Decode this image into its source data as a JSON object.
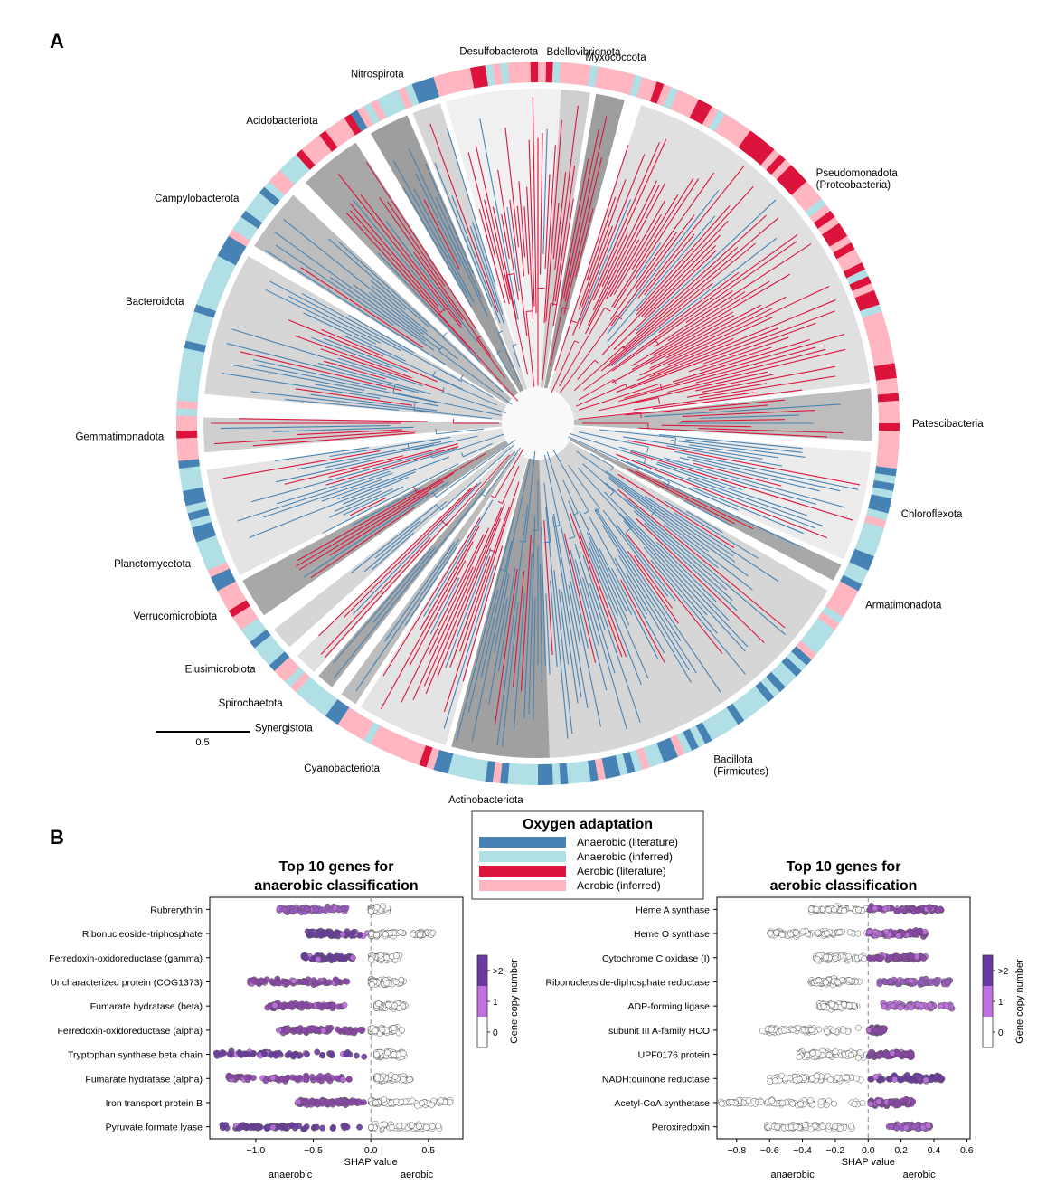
{
  "panel_a": {
    "letter": "A",
    "scale_bar_label": "0.5",
    "phyla": [
      {
        "name": "Desulfobacterota",
        "angle": 354
      },
      {
        "name": "Bdellovibrionota",
        "angle": 7
      },
      {
        "name": "Myxococcota",
        "angle": 12
      },
      {
        "name": "Nitrospirota",
        "angle": 339
      },
      {
        "name": "Acidobacteriota",
        "angle": 324
      },
      {
        "name": "Campylobacterota",
        "angle": 307
      },
      {
        "name": "Pseudomonadota|(Proteobacteria)",
        "angle": 48
      },
      {
        "name": "Bacteroidota",
        "angle": 289
      },
      {
        "name": "Gemmatimonadota",
        "angle": 268
      },
      {
        "name": "Patescibacteria",
        "angle": 90
      },
      {
        "name": "Chloroflexota",
        "angle": 104
      },
      {
        "name": "Planctomycetota",
        "angle": 248
      },
      {
        "name": "Verrucomicrobiota",
        "angle": 239
      },
      {
        "name": "Armatimonadota",
        "angle": 119
      },
      {
        "name": "Elusimicrobiota",
        "angle": 229
      },
      {
        "name": "Spirochaetota",
        "angle": 223
      },
      {
        "name": "Synergistota",
        "angle": 217
      },
      {
        "name": "Cyanobacteriota",
        "angle": 205
      },
      {
        "name": "Actinobacteriota",
        "angle": 188
      },
      {
        "name": "Bacillota|(Firmicutes)",
        "angle": 152
      }
    ],
    "clades": [
      {
        "start": 344,
        "end": 366,
        "tone": "#f0f0f0",
        "color": "#dc143c"
      },
      {
        "start": 4,
        "end": 9,
        "tone": "#cfcfcf",
        "color": "#dc143c"
      },
      {
        "start": 10,
        "end": 15,
        "tone": "#9e9e9e",
        "color": "#dc143c"
      },
      {
        "start": 18,
        "end": 83,
        "tone": "#e0e0e0",
        "color": "#dc143c"
      },
      {
        "start": 84,
        "end": 93,
        "tone": "#bdbdbd",
        "color": "#dc143c"
      },
      {
        "start": 95,
        "end": 114,
        "tone": "#ececec",
        "color": "#4682b4"
      },
      {
        "start": 115,
        "end": 118,
        "tone": "#a8a8a8",
        "color": "#4682b4"
      },
      {
        "start": 120,
        "end": 178,
        "tone": "#d6d6d6",
        "color": "#4682b4"
      },
      {
        "start": 178,
        "end": 195,
        "tone": "#a0a0a0",
        "color": "#4682b4"
      },
      {
        "start": 196,
        "end": 212,
        "tone": "#e4e4e4",
        "color": "#dc143c"
      },
      {
        "start": 213,
        "end": 216,
        "tone": "#bdbdbd",
        "color": "#4682b4"
      },
      {
        "start": 218,
        "end": 221,
        "tone": "#a8a8a8",
        "color": "#4682b4"
      },
      {
        "start": 222,
        "end": 226,
        "tone": "#e0e0e0",
        "color": "#dc143c"
      },
      {
        "start": 228,
        "end": 232,
        "tone": "#d6d6d6",
        "color": "#4682b4"
      },
      {
        "start": 235,
        "end": 242,
        "tone": "#a8a8a8",
        "color": "#dc143c"
      },
      {
        "start": 243,
        "end": 262,
        "tone": "#e4e4e4",
        "color": "#4682b4"
      },
      {
        "start": 265,
        "end": 271,
        "tone": "#cfcfcf",
        "color": "#dc143c"
      },
      {
        "start": 275,
        "end": 300,
        "tone": "#d6d6d6",
        "color": "#4682b4"
      },
      {
        "start": 302,
        "end": 313,
        "tone": "#bdbdbd",
        "color": "#4682b4"
      },
      {
        "start": 316,
        "end": 327,
        "tone": "#a8a8a8",
        "color": "#dc143c"
      },
      {
        "start": 330,
        "end": 337,
        "tone": "#9e9e9e",
        "color": "#4682b4"
      },
      {
        "start": 338,
        "end": 343,
        "tone": "#d6d6d6",
        "color": "#4682b4"
      }
    ]
  },
  "legend": {
    "title": "Oxygen adaptation",
    "items": [
      {
        "label": "Anaerobic (literature)",
        "color": "#4682b4"
      },
      {
        "label": "Anaerobic (inferred)",
        "color": "#b0e0e6"
      },
      {
        "label": "Aerobic (literature)",
        "color": "#dc143c"
      },
      {
        "label": "Aerobic (inferred)",
        "color": "#ffb6c1"
      }
    ]
  },
  "panel_b": {
    "letter": "B",
    "colorbar": {
      "label": "Gene copy number",
      "ticks": [
        "0",
        "1",
        ">2"
      ],
      "colors": [
        "#ffffff",
        "#c070e0",
        "#6a3aa2"
      ]
    }
  },
  "chart_data": [
    {
      "type": "scatter",
      "title": "Top 10 genes for|anaerobic classification",
      "xlabel": "SHAP value",
      "x_direction_labels": [
        "anaerobic",
        "aerobic"
      ],
      "xlim": [
        -1.4,
        0.8
      ],
      "xticks": [
        -1.0,
        -0.5,
        0.0,
        0.5
      ],
      "xtick_labels": [
        "−1.0",
        "−0.5",
        "0.0",
        "0.5"
      ],
      "reference_line": 0,
      "genes": [
        {
          "label": "Rubrerythrin",
          "neg": [
            -0.8,
            -0.2
          ],
          "pos": [
            0.0,
            0.15
          ],
          "negColor": "#9b59c4"
        },
        {
          "label": "Ribonucleoside-triphosphate",
          "neg": [
            -0.55,
            -0.02
          ],
          "pos": [
            0.0,
            0.57
          ],
          "negColor": "#6a3aa2"
        },
        {
          "label": "Ferredoxin-oxidoreductase (gamma)",
          "neg": [
            -0.6,
            -0.15
          ],
          "pos": [
            0.0,
            0.25
          ],
          "negColor": "#6a3aa2"
        },
        {
          "label": "Uncharacterized protein (COG1373)",
          "neg": [
            -1.05,
            -0.2
          ],
          "pos": [
            0.0,
            0.3
          ],
          "negColor": "#8e44ad"
        },
        {
          "label": "Fumarate hydratase (beta)",
          "neg": [
            -0.9,
            -0.2
          ],
          "pos": [
            0.05,
            0.3
          ],
          "negColor": "#8e44ad"
        },
        {
          "label": "Ferredoxin-oxidoreductase (alpha)",
          "neg": [
            -0.8,
            -0.05
          ],
          "pos": [
            0.0,
            0.3
          ],
          "negColor": "#8e44ad"
        },
        {
          "label": "Tryptophan synthase beta chain",
          "neg": [
            -1.35,
            -0.05
          ],
          "pos": [
            0.05,
            0.3
          ],
          "negColor": "#6a3aa2"
        },
        {
          "label": "Fumarate hydratase (alpha)",
          "neg": [
            -1.25,
            -0.15
          ],
          "pos": [
            0.05,
            0.35
          ],
          "negColor": "#8e44ad"
        },
        {
          "label": "Iron transport protein B",
          "neg": [
            -0.65,
            -0.05
          ],
          "pos": [
            0.0,
            0.72
          ],
          "negColor": "#8e44ad"
        },
        {
          "label": "Pyruvate formate lyase",
          "neg": [
            -1.3,
            -0.05
          ],
          "pos": [
            0.0,
            0.62
          ],
          "negColor": "#6a3aa2"
        }
      ]
    },
    {
      "type": "scatter",
      "title": "Top 10 genes for|aerobic classification",
      "xlabel": "SHAP value",
      "x_direction_labels": [
        "anaerobic",
        "aerobic"
      ],
      "xlim": [
        -0.92,
        0.62
      ],
      "xticks": [
        -0.8,
        -0.6,
        -0.4,
        -0.2,
        0.0,
        0.2,
        0.4,
        0.6
      ],
      "xtick_labels": [
        "−0.8",
        "−0.6",
        "−0.4",
        "−0.2",
        "0.0",
        "0.2",
        "0.4",
        "0.6"
      ],
      "reference_line": 0,
      "genes": [
        {
          "label": "Heme A synthase",
          "neg": [
            -0.35,
            0.0
          ],
          "pos": [
            0.0,
            0.45
          ],
          "posColor": "#8e44ad"
        },
        {
          "label": "Heme O synthase",
          "neg": [
            -0.6,
            0.0
          ],
          "pos": [
            0.0,
            0.35
          ],
          "posColor": "#8e44ad"
        },
        {
          "label": "Cytochrome C oxidase (I)",
          "neg": [
            -0.32,
            0.0
          ],
          "pos": [
            0.0,
            0.35
          ],
          "posColor": "#8e44ad"
        },
        {
          "label": "Ribonucleoside-diphosphate reductase",
          "neg": [
            -0.35,
            -0.05
          ],
          "pos": [
            0.05,
            0.5
          ],
          "posColor": "#9b59c4"
        },
        {
          "label": "ADP-forming ligase",
          "neg": [
            -0.3,
            -0.05
          ],
          "pos": [
            0.08,
            0.52
          ],
          "posColor": "#c070e0"
        },
        {
          "label": "subunit III  A-family HCO",
          "neg": [
            -0.65,
            -0.05
          ],
          "pos": [
            0.0,
            0.1
          ],
          "posColor": "#8e44ad"
        },
        {
          "label": "UPF0176 protein",
          "neg": [
            -0.42,
            0.0
          ],
          "pos": [
            0.0,
            0.28
          ],
          "posColor": "#8e44ad"
        },
        {
          "label": "NADH:quinone reductase",
          "neg": [
            -0.6,
            0.0
          ],
          "pos": [
            0.0,
            0.45
          ],
          "posColor": "#6a3aa2"
        },
        {
          "label": "Acetyl-CoA synthetase",
          "neg": [
            -0.9,
            0.0
          ],
          "pos": [
            0.0,
            0.28
          ],
          "posColor": "#8e44ad"
        },
        {
          "label": "Peroxiredoxin",
          "neg": [
            -0.62,
            -0.05
          ],
          "pos": [
            0.1,
            0.38
          ],
          "posColor": "#9b59c4"
        }
      ]
    }
  ]
}
